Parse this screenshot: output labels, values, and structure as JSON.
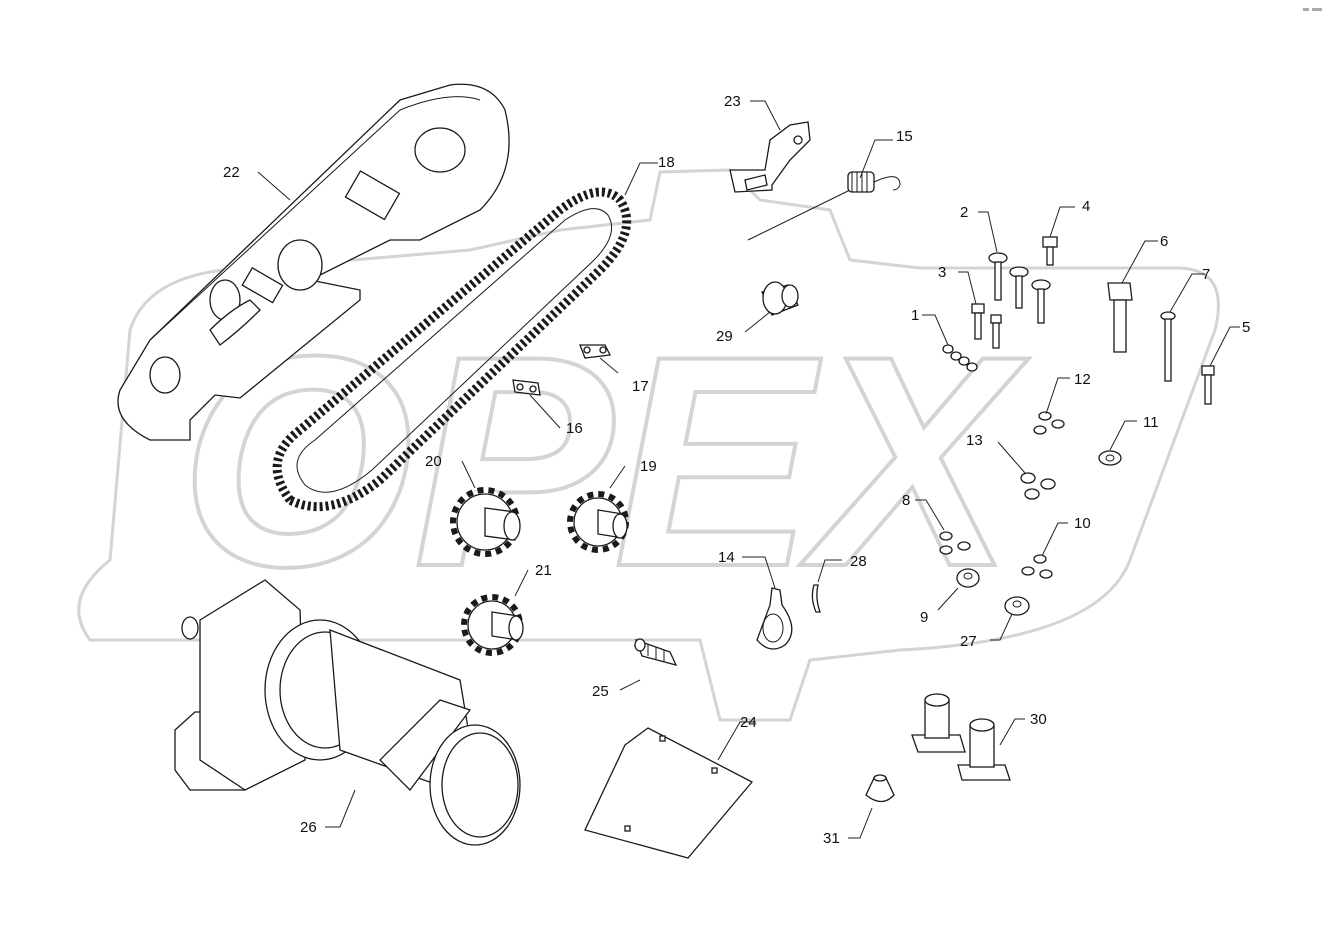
{
  "diagram": {
    "part_labels": [
      "1",
      "2",
      "3",
      "4",
      "5",
      "6",
      "7",
      "8",
      "9",
      "10",
      "11",
      "12",
      "13",
      "14",
      "15",
      "16",
      "17",
      "18",
      "19",
      "20",
      "21",
      "22",
      "23",
      "24",
      "25",
      "26",
      "27",
      "28",
      "29",
      "30",
      "31"
    ]
  },
  "watermark": {
    "text": "OPEX"
  }
}
